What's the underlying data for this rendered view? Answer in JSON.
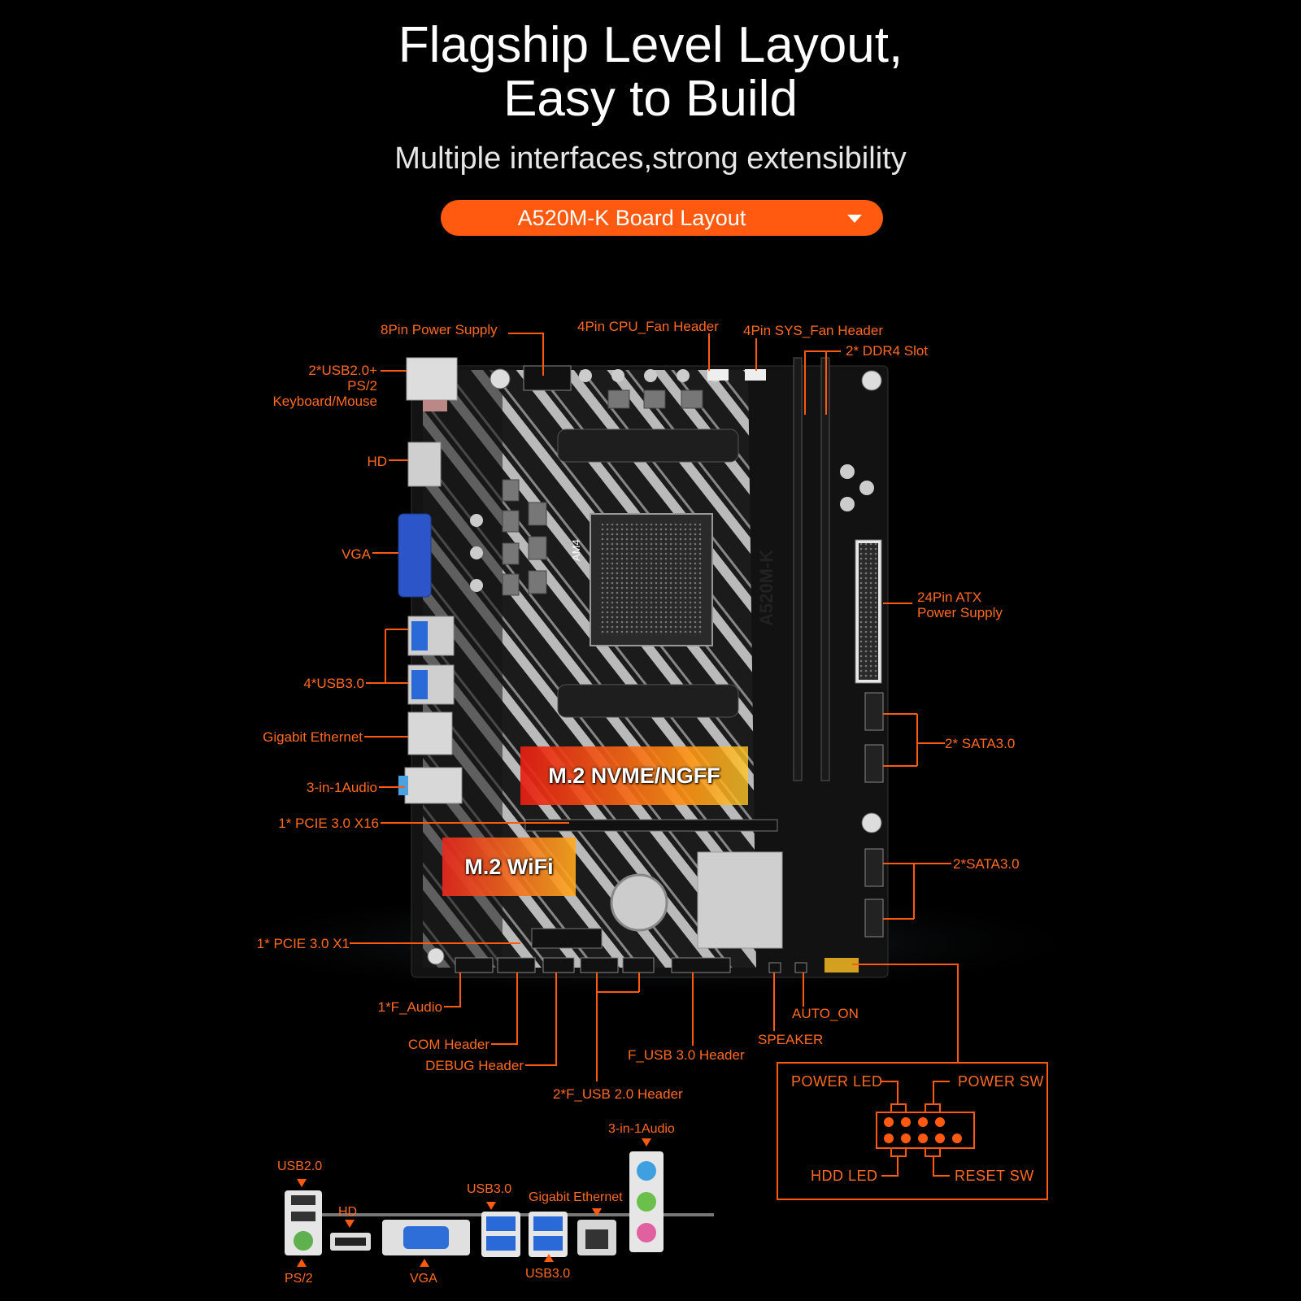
{
  "header": {
    "title_line1": "Flagship Level Layout,",
    "title_line2": "Easy to Build",
    "subtitle": "Multiple interfaces,strong extensibility",
    "pill_label": "A520M-K  Board Layout"
  },
  "board": {
    "socket_text": "AM4",
    "model_text": "A520M-K",
    "m2_nvme": "M.2 NVME/NGFF",
    "m2_wifi": "M.2 WiFi"
  },
  "labels": {
    "power8": "8Pin Power Supply",
    "cpu_fan": "4Pin CPU_Fan Header",
    "sys_fan": "4Pin SYS_Fan Header",
    "ddr4": "2* DDR4 Slot",
    "usb_ps2_line1": "2*USB2.0+",
    "usb_ps2_line2": "PS/2",
    "usb_ps2_line3": "Keyboard/Mouse",
    "hd": "HD",
    "vga": "VGA",
    "atx24_line1": "24Pin ATX",
    "atx24_line2": "Power Supply",
    "usb30": "4*USB3.0",
    "gbe": "Gigabit Ethernet",
    "sata_top": "2* SATA3.0",
    "audio": "3-in-1Audio",
    "pcie16": "1* PCIE 3.0 X16",
    "sata_bottom": "2*SATA3.0",
    "pcie1": "1* PCIE 3.0 X1",
    "f_audio": "1*F_Audio",
    "auto_on": "AUTO_ON",
    "com": "COM Header",
    "speaker": "SPEAKER",
    "debug": "DEBUG Header",
    "f_usb30": "F_USB 3.0 Header",
    "f_usb20": "2*F_USB 2.0 Header"
  },
  "front_panel": {
    "power_led": "POWER LED",
    "power_sw": "POWER SW",
    "hdd_led": "HDD LED",
    "reset_sw": "RESET SW"
  },
  "io_panel": {
    "usb20": "USB2.0",
    "hd": "HD",
    "usb30_top": "USB3.0",
    "gbe": "Gigabit Ethernet",
    "audio": "3-in-1Audio",
    "ps2": "PS/2",
    "vga": "VGA",
    "usb30_bottom": "USB3.0"
  },
  "colors": {
    "accent": "#ff5a10",
    "label": "#ff6a20",
    "background": "#000000"
  }
}
